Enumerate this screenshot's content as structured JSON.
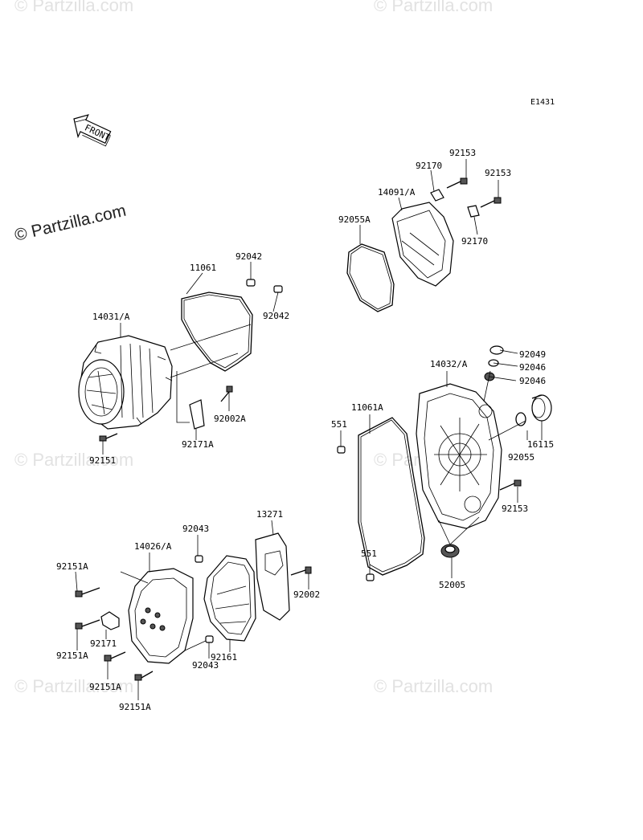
{
  "diagram": {
    "code": "E1431",
    "front_label": "FRONT",
    "main_watermark": "© Partzilla.com",
    "watermark": "© Partzilla.com"
  },
  "labels": {
    "p11061": "11061",
    "p92042_top": "92042",
    "p92042_right": "92042",
    "p14031": "14031/A",
    "p92002A": "92002A",
    "p92171A": "92171A",
    "p92151": "92151",
    "p92153_top": "92153",
    "p92170_top": "92170",
    "p92153_right": "92153",
    "p14091": "14091/A",
    "p92055A": "92055A",
    "p92170_bottom": "92170",
    "p92049": "92049",
    "p92046_a": "92046",
    "p92046_b": "92046",
    "p14032": "14032/A",
    "p11061A": "11061A",
    "p551_top": "551",
    "p16115": "16115",
    "p92055": "92055",
    "p92153_lower": "92153",
    "p551_bottom": "551",
    "p52005": "52005",
    "p13271": "13271",
    "p92043_top": "92043",
    "p14026": "14026/A",
    "p92151A_1": "92151A",
    "p92171": "92171",
    "p92151A_2": "92151A",
    "p92151A_3": "92151A",
    "p92151A_4": "92151A",
    "p92002": "92002",
    "p92161": "92161",
    "p92043_bottom": "92043"
  }
}
